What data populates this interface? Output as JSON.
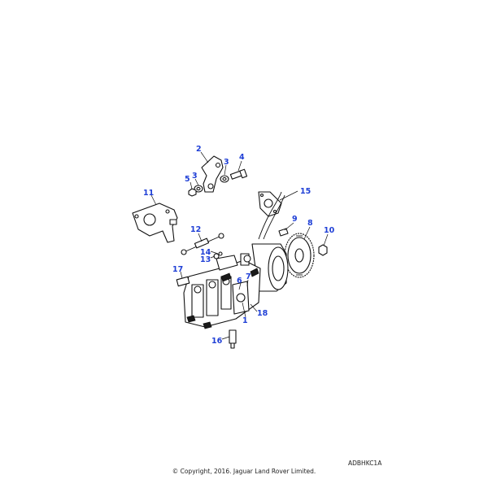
{
  "diagram": {
    "reference_code": "ADBHKC1A",
    "copyright": "© Copyright, 2016. Jaguar Land Rover Limited.",
    "callout_color": "#1f3fd6",
    "callouts": [
      "1",
      "2",
      "3",
      "3",
      "4",
      "5",
      "6",
      "7",
      "8",
      "9",
      "10",
      "11",
      "12",
      "13",
      "14",
      "15",
      "16",
      "17",
      "18"
    ]
  }
}
